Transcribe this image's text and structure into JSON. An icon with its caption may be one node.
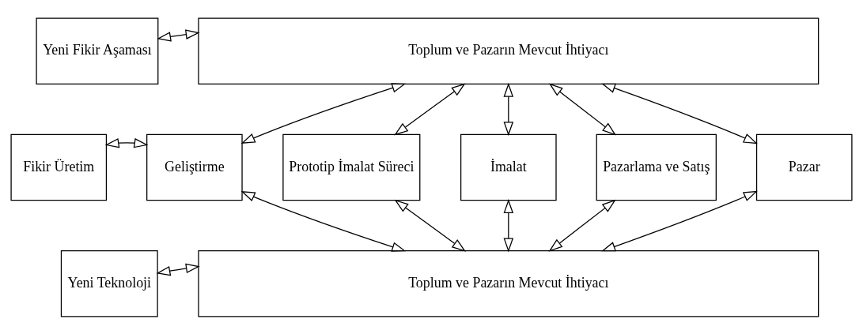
{
  "diagram": {
    "nodes": [
      {
        "text": [
          "Yeni Fikir Aşaması"
        ]
      },
      {
        "text": [
          "Toplum ve Pazarın Mevcut İhtiyacı"
        ]
      },
      {
        "text": [
          "Fikir Üretim"
        ]
      },
      {
        "text": [
          "Geliştirme"
        ]
      },
      {
        "text": [
          "Prototip İmalat Süreci"
        ]
      },
      {
        "text": [
          "İmalat"
        ]
      },
      {
        "text": [
          "Pazarlama ve Satış"
        ]
      },
      {
        "text": [
          "Pazar"
        ]
      },
      {
        "text": [
          "Yeni Teknoloji"
        ]
      },
      {
        "text": [
          "Toplum ve Pazarın Mevcut İhtiyacı"
        ]
      }
    ],
    "edges": [
      {
        "from": 0,
        "to": 1,
        "arrow": "both"
      },
      {
        "from": 1,
        "to": 3,
        "arrow": "both"
      },
      {
        "from": 1,
        "to": 4,
        "arrow": "both"
      },
      {
        "from": 1,
        "to": 5,
        "arrow": "both"
      },
      {
        "from": 1,
        "to": 6,
        "arrow": "both"
      },
      {
        "from": 1,
        "to": 7,
        "arrow": "both"
      },
      {
        "from": 2,
        "to": 3,
        "arrow": "both"
      },
      {
        "from": 3,
        "to": 9,
        "arrow": "both"
      },
      {
        "from": 4,
        "to": 9,
        "arrow": "both"
      },
      {
        "from": 5,
        "to": 9,
        "arrow": "both"
      },
      {
        "from": 6,
        "to": 9,
        "arrow": "both"
      },
      {
        "from": 7,
        "to": 9,
        "arrow": "both"
      },
      {
        "from": 8,
        "to": 9,
        "arrow": "both"
      }
    ]
  }
}
